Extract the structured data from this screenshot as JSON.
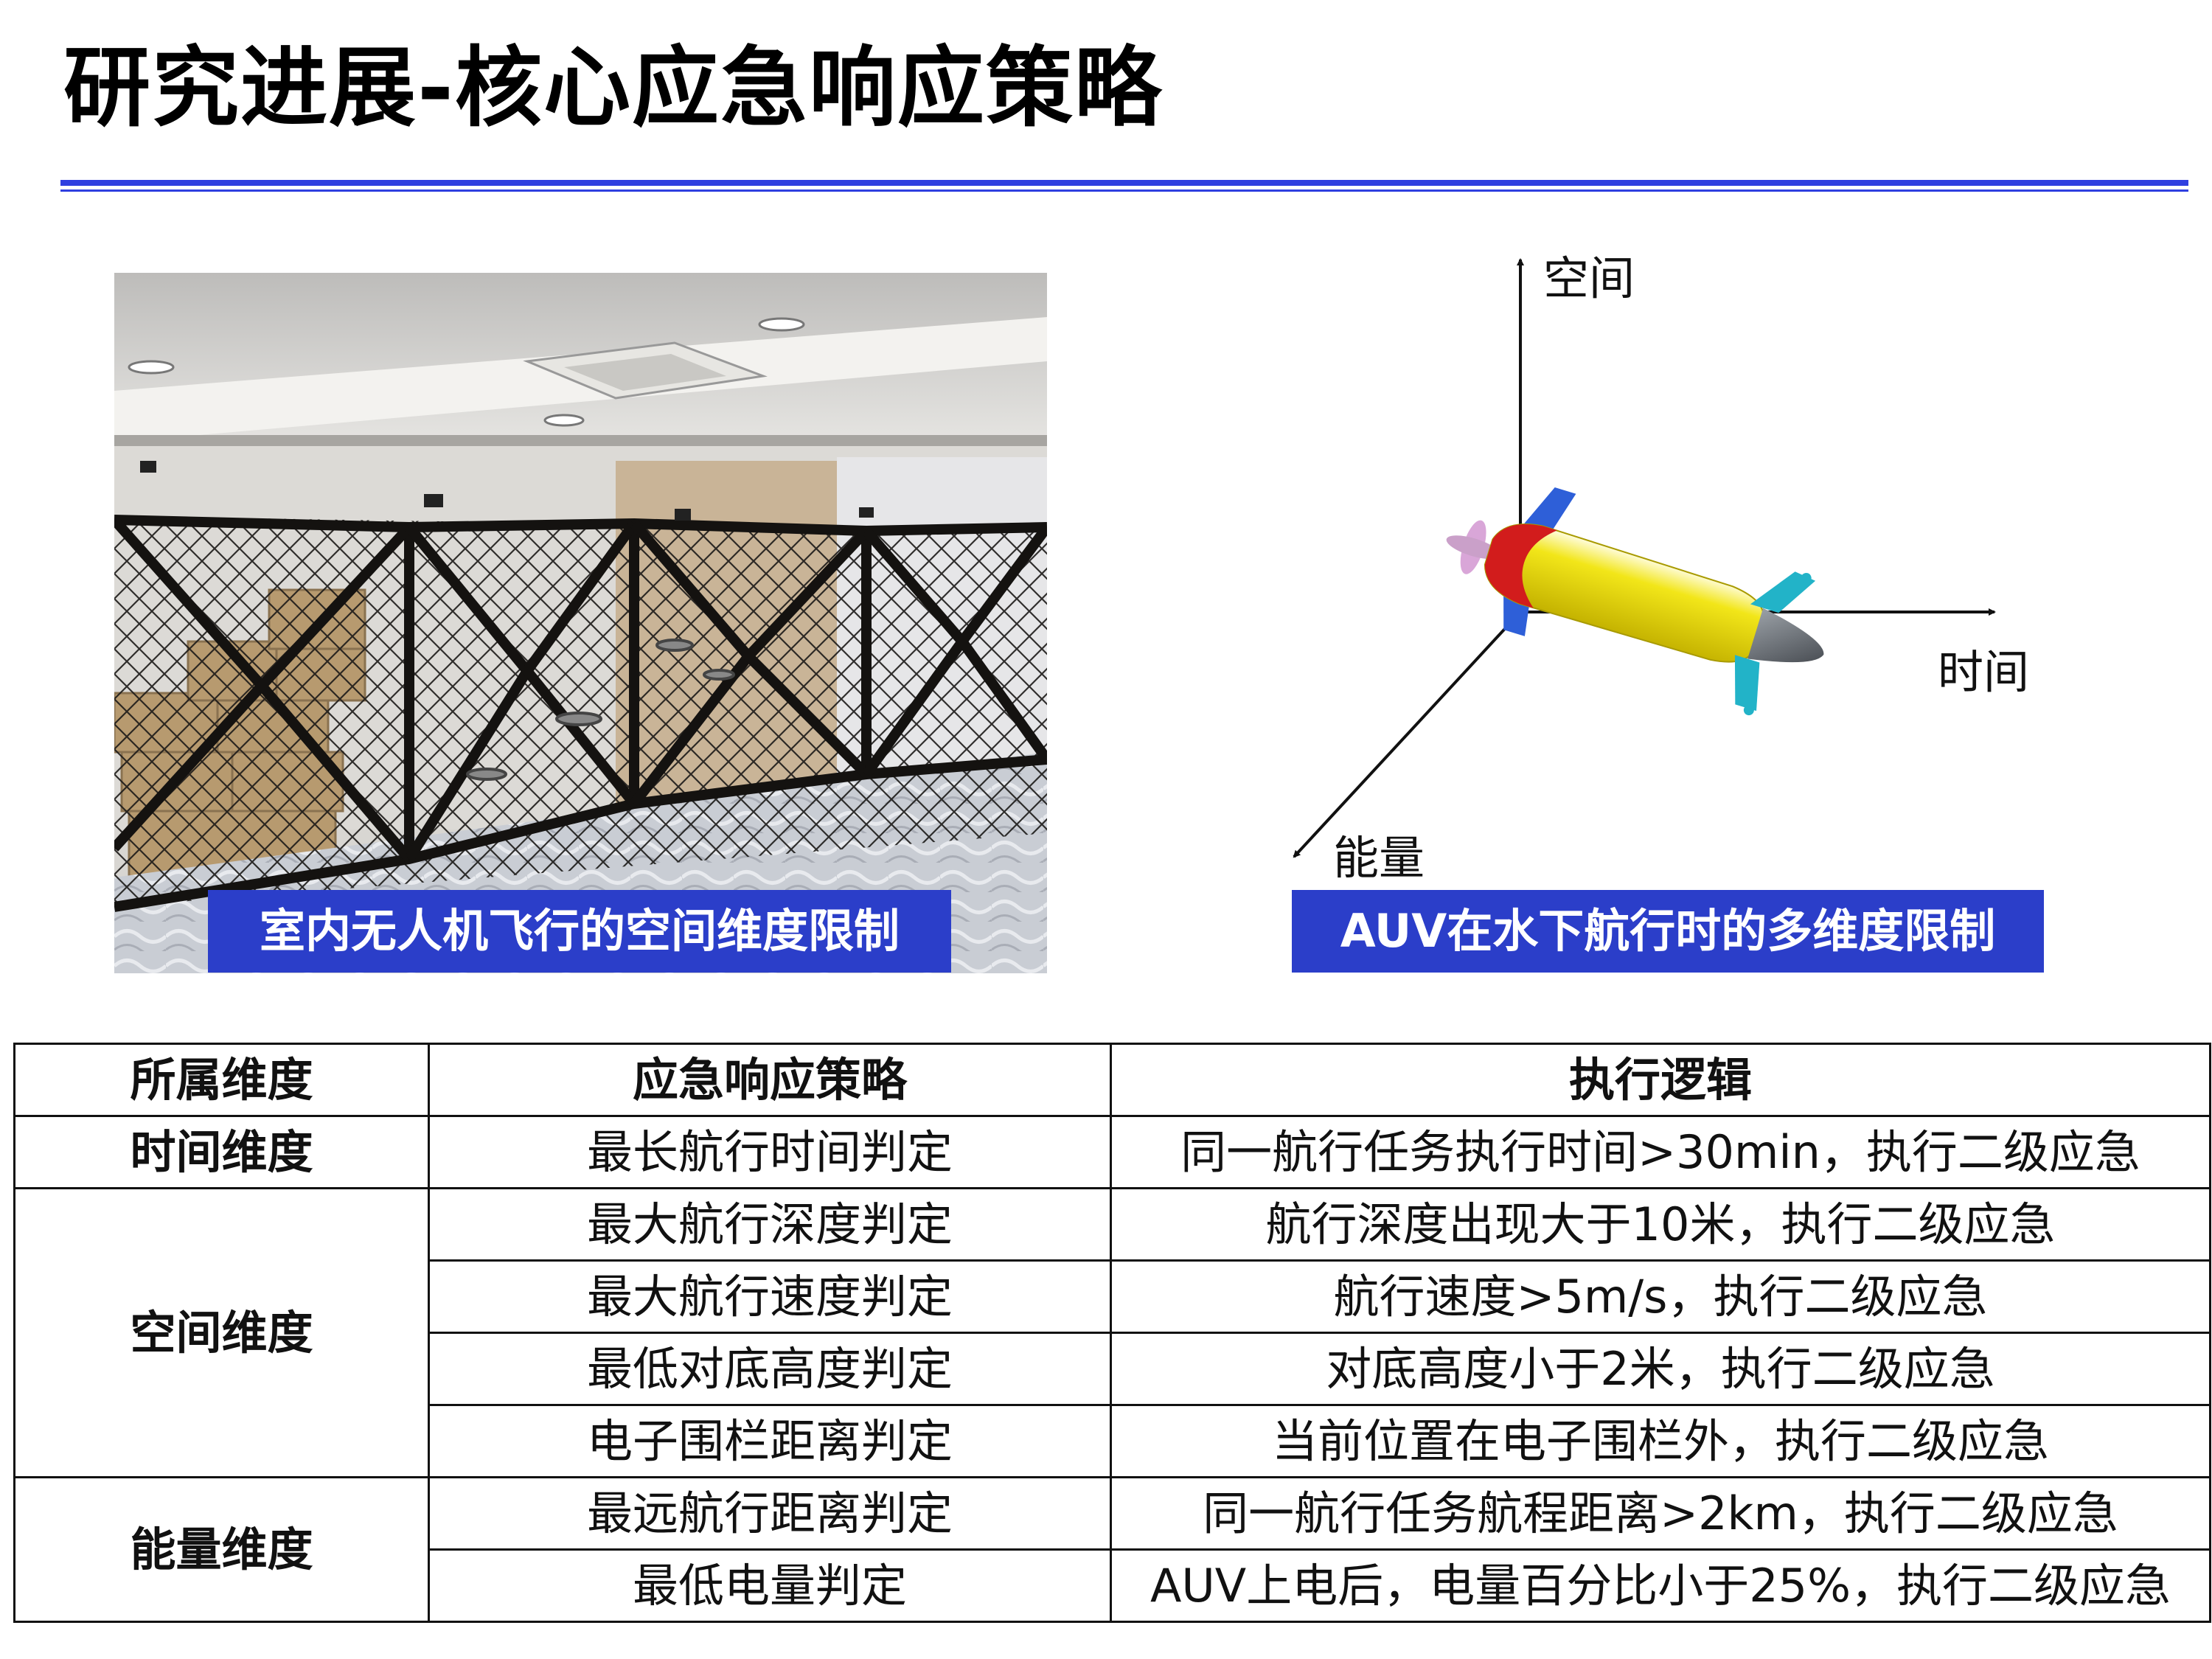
{
  "title": "研究进展-核心应急响应策略",
  "colors": {
    "accent": "#2f3fe0",
    "caption_bg": "#2b3ec9",
    "auv_body": "#f2e619",
    "auv_fin": "#2e5fd8",
    "auv_tail_fin": "#22b3c8"
  },
  "left_panel": {
    "caption": "室内无人机飞行的空间维度限制"
  },
  "right_panel": {
    "caption": "AUV在水下航行时的多维度限制",
    "axes": {
      "up": "空间",
      "right": "时间",
      "down_left": "能量"
    }
  },
  "table": {
    "headers": [
      "所属维度",
      "应急响应策略",
      "执行逻辑"
    ],
    "groups": [
      {
        "dimension": "时间维度",
        "rows": [
          {
            "strategy": "最长航行时间判定",
            "logic": "同一航行任务执行时间>30min，执行二级应急"
          }
        ]
      },
      {
        "dimension": "空间维度",
        "rows": [
          {
            "strategy": "最大航行深度判定",
            "logic": "航行深度出现大于10米，执行二级应急"
          },
          {
            "strategy": "最大航行速度判定",
            "logic": "航行速度>5m/s，执行二级应急"
          },
          {
            "strategy": "最低对底高度判定",
            "logic": "对底高度小于2米，执行二级应急"
          },
          {
            "strategy": "电子围栏距离判定",
            "logic": "当前位置在电子围栏外，执行二级应急"
          }
        ]
      },
      {
        "dimension": "能量维度",
        "rows": [
          {
            "strategy": "最远航行距离判定",
            "logic": "同一航行任务航程距离>2km，执行二级应急"
          },
          {
            "strategy": "最低电量判定",
            "logic": "AUV上电后，电量百分比小于25%，执行二级应急"
          }
        ]
      }
    ]
  }
}
